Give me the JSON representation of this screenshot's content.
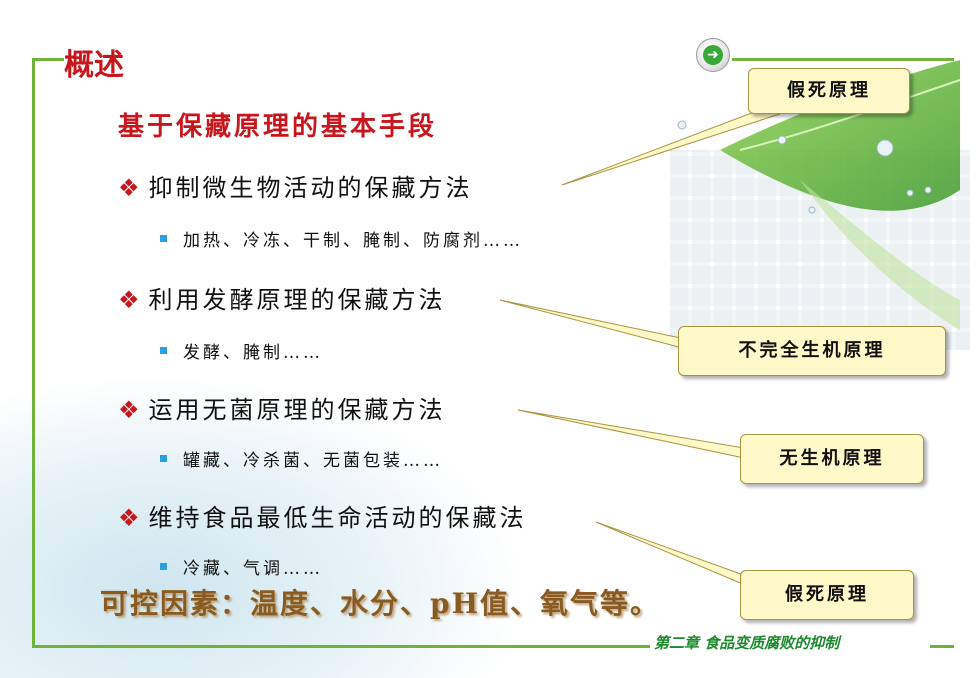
{
  "title": "概述",
  "subtitle": "基于保藏原理的基本手段",
  "items": [
    {
      "label": "抑制微生物活动的保藏方法",
      "sub": "加热、冷冻、干制、腌制、防腐剂……"
    },
    {
      "label": "利用发酵原理的保藏方法",
      "sub": "发酵、腌制……"
    },
    {
      "label": "运用无菌原理的保藏方法",
      "sub": "罐藏、冷杀菌、无菌包装……"
    },
    {
      "label": "维持食品最低生命活动的保藏法",
      "sub": "冷藏、气调……"
    }
  ],
  "factors": "可控因素：温度、水分、pH值、氧气等。",
  "callouts": [
    "假死原理",
    "不完全生机原理",
    "无生机原理",
    "假死原理"
  ],
  "footer": "第二章 食品变质腐败的抑制",
  "bullet_glyph": "❖",
  "next_arrow": "➜",
  "colors": {
    "accent": "#c8161d",
    "frame": "#6fb33a",
    "bullet": "#2a9fe0",
    "callout_bg": "#fff8c8",
    "footer": "#1e8a2e"
  }
}
